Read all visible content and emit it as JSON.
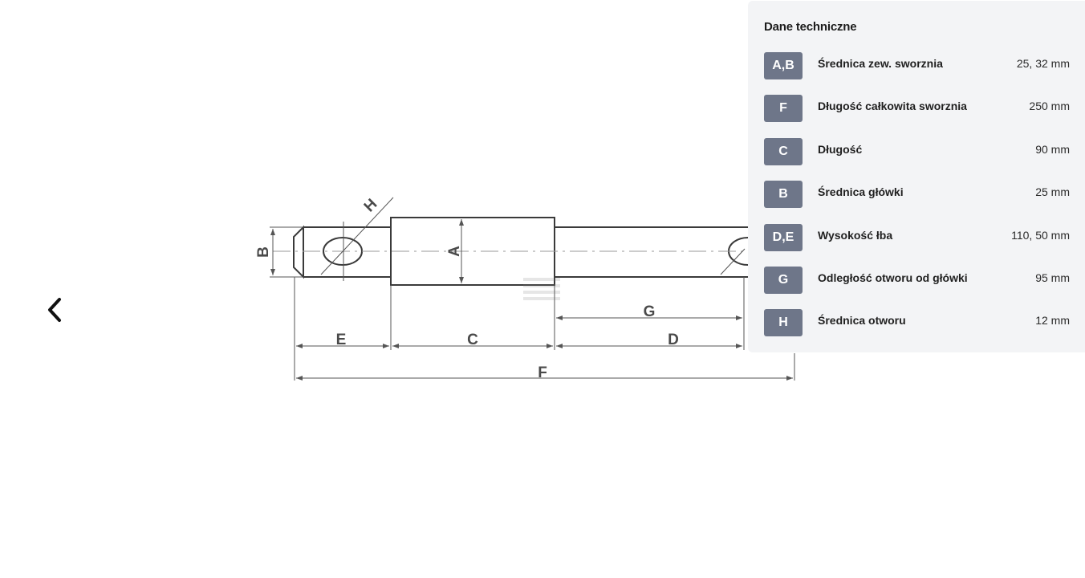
{
  "navigation": {
    "prev_icon": "chevron-left-icon"
  },
  "drawing": {
    "dimension_labels": {
      "a": "A",
      "b": "B",
      "c": "C",
      "d": "D",
      "e": "E",
      "f": "F",
      "g": "G",
      "h": "H"
    }
  },
  "specs": {
    "title": "Dane techniczne",
    "rows": [
      {
        "code": "A,B",
        "label": "Średnica zew. sworznia",
        "value": "25, 32 mm"
      },
      {
        "code": "F",
        "label": "Długość całkowita sworznia",
        "value": "250 mm"
      },
      {
        "code": "C",
        "label": "Długość",
        "value": "90 mm"
      },
      {
        "code": "B",
        "label": "Średnica główki",
        "value": "25 mm"
      },
      {
        "code": "D,E",
        "label": "Wysokość łba",
        "value": "110, 50 mm"
      },
      {
        "code": "G",
        "label": "Odległość otworu od główki",
        "value": "95 mm"
      },
      {
        "code": "H",
        "label": "Średnica otworu",
        "value": "12 mm"
      }
    ]
  },
  "colors": {
    "panel_background": "#f3f4f6",
    "badge_background": "#6e7689",
    "drawing_stroke": "#3a3a3a"
  }
}
